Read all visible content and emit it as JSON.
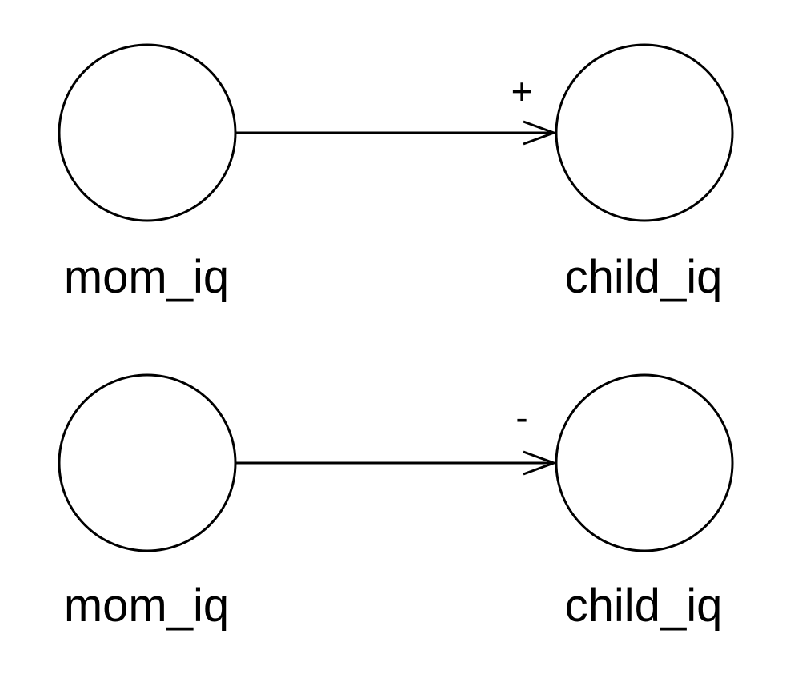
{
  "diagrams": [
    {
      "source": {
        "label": "mom_iq"
      },
      "target": {
        "label": "child_iq"
      },
      "edge_sign": "+"
    },
    {
      "source": {
        "label": "mom_iq"
      },
      "target": {
        "label": "child_iq"
      },
      "edge_sign": "-"
    }
  ],
  "colors": {
    "stroke": "#000000",
    "background": "#ffffff"
  }
}
